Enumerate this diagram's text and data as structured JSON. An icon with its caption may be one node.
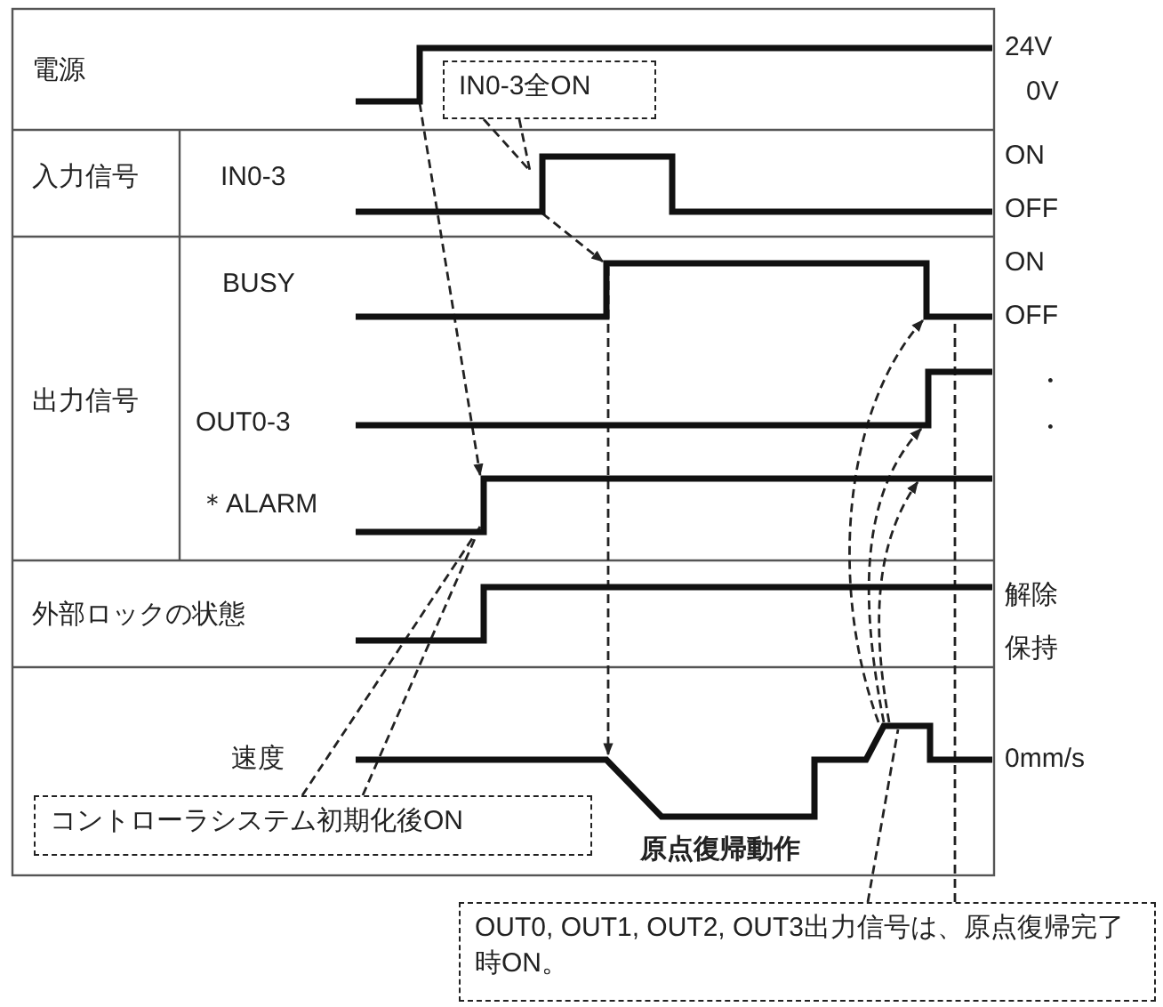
{
  "diagram": {
    "nodes": [
      {
        "text": [
          "IN0-3全ON"
        ]
      },
      {
        "text": [],
        "shape": "line"
      },
      {
        "text": [],
        "shape": "line"
      },
      {
        "text": [],
        "shape": "line"
      },
      {
        "text": [],
        "shape": "line"
      },
      {
        "text": [],
        "shape": "line"
      },
      {
        "text": [],
        "shape": "line"
      },
      {
        "text": [],
        "shape": "line"
      },
      {
        "text": [
          "コントローラシステム初期化後ON"
        ]
      },
      {
        "text": [
          "OUT0, OUT1, OUT2, OUT3出力信号は、原点復帰完了時ON。"
        ]
      }
    ],
    "edges": [
      {
        "from": 0,
        "to": 2,
        "arrow": "none",
        "style": "dashed"
      },
      {
        "from": 2,
        "to": 3,
        "arrow": "to",
        "style": "dashed"
      },
      {
        "from": 1,
        "to": 5,
        "arrow": "to",
        "style": "dashed"
      },
      {
        "from": 3,
        "to": 7,
        "arrow": "to",
        "style": "dashed"
      },
      {
        "from": 8,
        "to": 5,
        "arrow": "none",
        "style": "dashed"
      },
      {
        "from": 7,
        "to": 3,
        "arrow": "to",
        "style": "dashed"
      },
      {
        "from": 7,
        "to": 4,
        "arrow": "to",
        "style": "dashed"
      },
      {
        "from": 7,
        "to": 5,
        "arrow": "to",
        "style": "dashed"
      },
      {
        "from": 9,
        "to": 7,
        "arrow": "none",
        "style": "dashed"
      },
      {
        "from": 9,
        "to": 3,
        "arrow": "none",
        "style": "dashed"
      }
    ],
    "labels": [
      "電源",
      "24V",
      "0V",
      "入力信号",
      "IN0-3",
      "ON",
      "OFF",
      "BUSY",
      "ON",
      "OFF",
      "出力信号",
      "OUT0-3",
      "・",
      "・",
      "＊ALARM",
      "外部ロックの状態",
      "解除",
      "保持",
      "速度",
      "0mm/s",
      "原点復帰動作"
    ]
  }
}
